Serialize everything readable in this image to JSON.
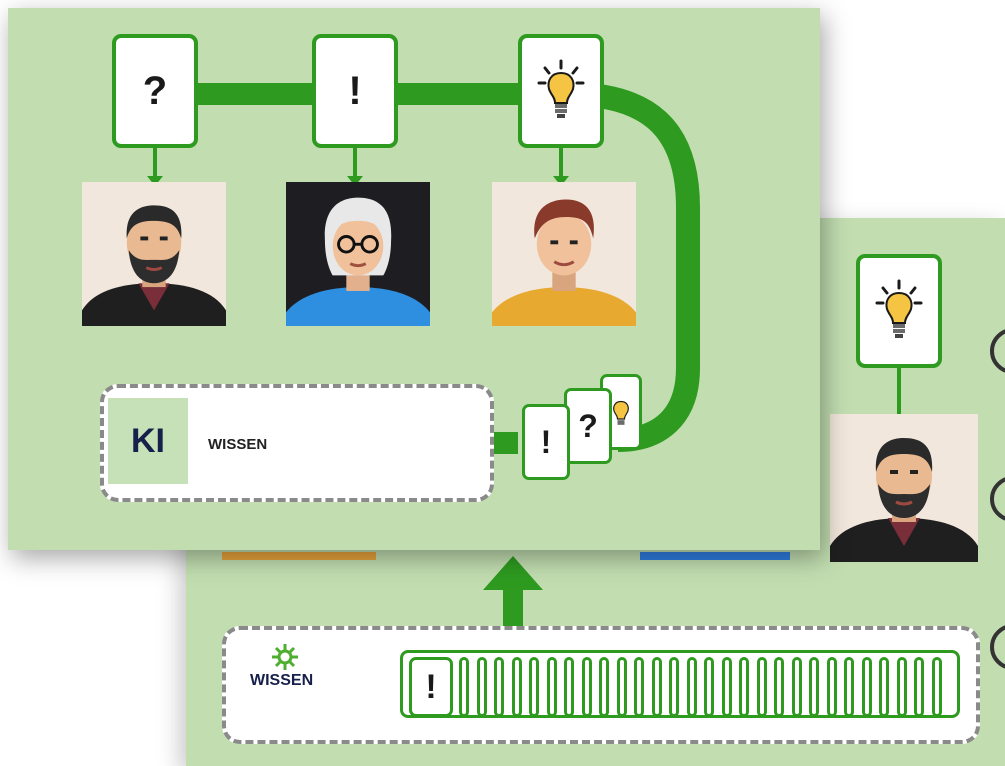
{
  "symbols": {
    "question": "?",
    "exclamation": "!"
  },
  "knowledge_box_front": {
    "ki_label": "KI",
    "label": "WISSEN"
  },
  "knowledge_box_back": {
    "label_prefix": "WI",
    "label_suffix": "SSEN"
  },
  "colors": {
    "panel_bg": "#c2deb1",
    "accent_green": "#2e9b20",
    "dashed_gray": "#8a8a8a",
    "bulb_yellow": "#f6c443",
    "orange_strip": "#e8a33c",
    "blue_strip": "#2f7de1"
  },
  "people": [
    {
      "name": "bearded-man",
      "bubble": "question-icon"
    },
    {
      "name": "older-woman-glasses",
      "bubble": "exclamation-icon"
    },
    {
      "name": "young-man-orange",
      "bubble": "lightbulb-icon"
    }
  ],
  "stack_slot_count": 28
}
